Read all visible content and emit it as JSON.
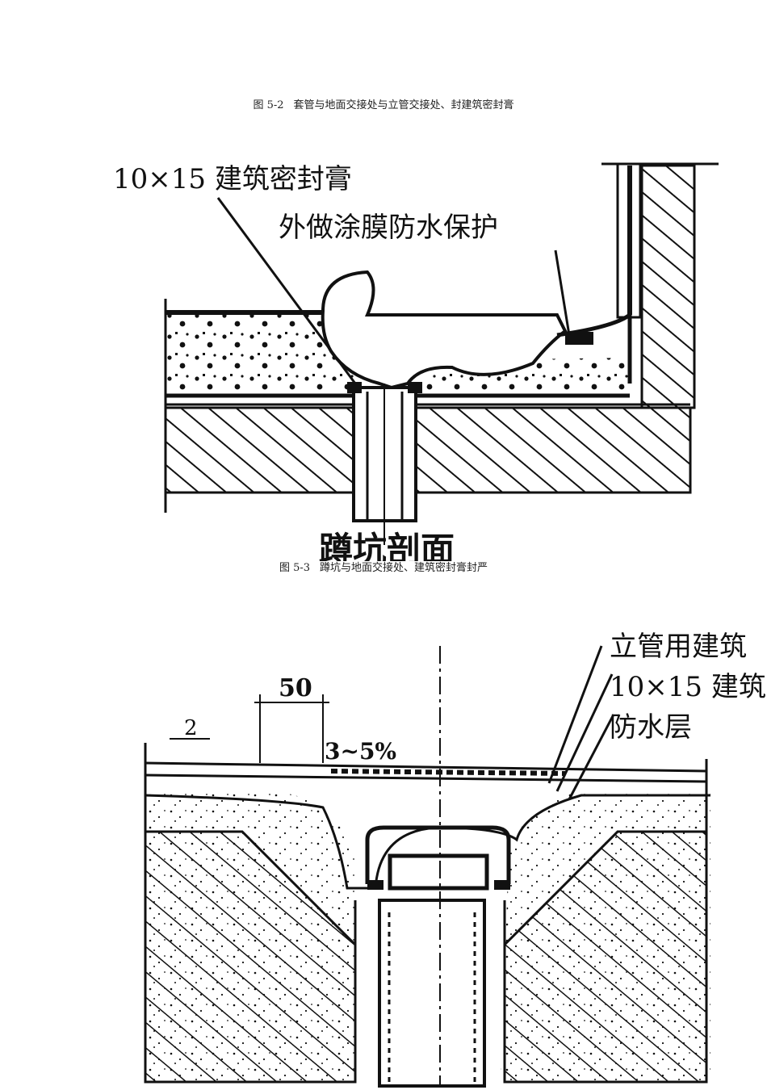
{
  "figure_1": {
    "caption_number": "图 5-2",
    "caption_text": "套管与地面交接处与立管交接处、封建筑密封膏",
    "label_sealant": "10×15 建筑密封膏",
    "label_coating": "外做涂膜防水保护",
    "label_section": "蹲坑剖面"
  },
  "figure_2": {
    "caption_number": "图 5-3",
    "caption_text": "蹲坑与地面交接处、建筑密封膏封严",
    "label_pipe": "立管用建筑",
    "label_sealant": "10×15 建筑",
    "label_waterproof": "防水层",
    "dim_50": "50",
    "slope": "3~5%",
    "dim_2": "2"
  }
}
